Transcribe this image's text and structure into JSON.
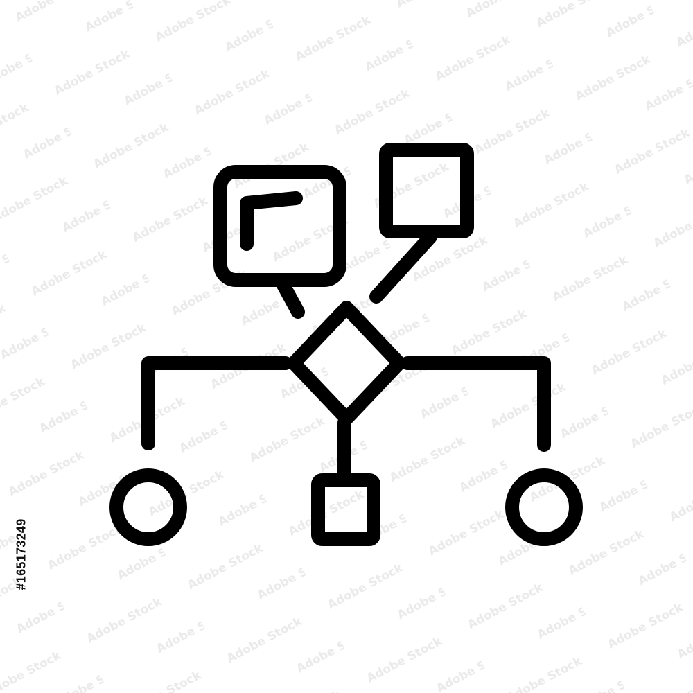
{
  "colors": {
    "background": "#ffffff",
    "icon_stroke": "#000000",
    "watermark": "#d8d8d8",
    "side_text": "#111111"
  },
  "icon": {
    "name": "flowchart-icon",
    "parts": [
      "speech-bubble-node",
      "top-square-node",
      "decision-diamond",
      "left-circle-node",
      "center-square-node",
      "right-circle-node"
    ]
  },
  "watermark": {
    "text": "Adobe Stock"
  },
  "side_label": {
    "text": "#165173249"
  }
}
